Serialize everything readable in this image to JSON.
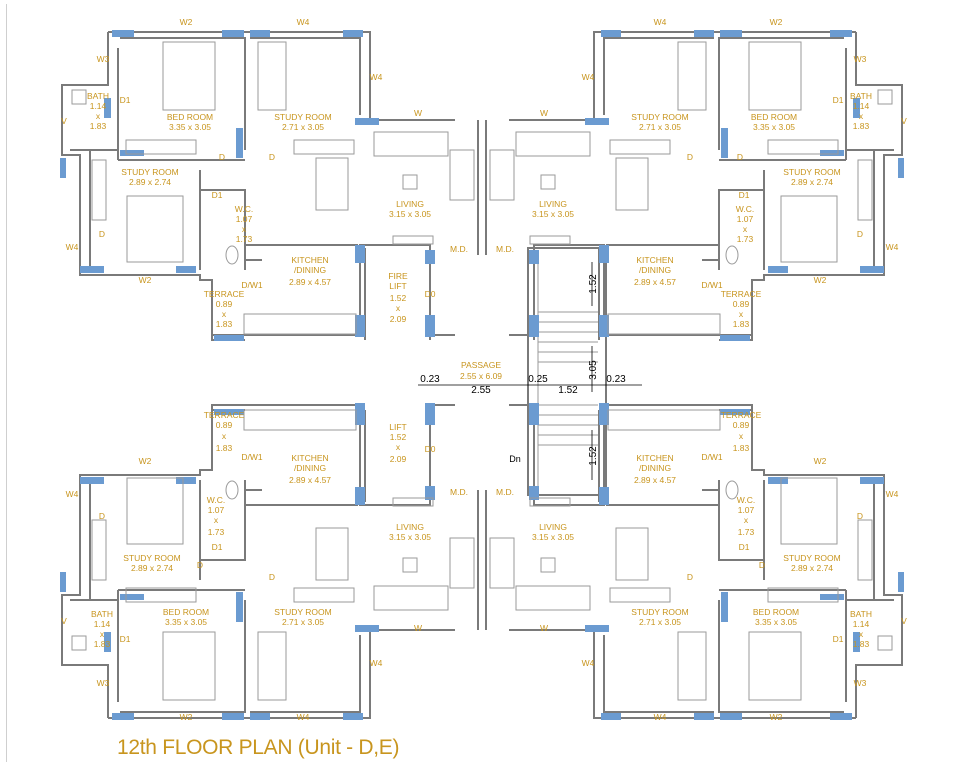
{
  "title": "12th FLOOR PLAN (Unit - D,E)",
  "colors": {
    "wall": "#7a7a7a",
    "window": "#6b9bd1",
    "label": "#c8951e",
    "dim": "#000000"
  },
  "labels": {
    "bath": "BATH",
    "bath_w": "1.14",
    "bath_x": "x",
    "bath_h": "1.83",
    "bed": "BED ROOM",
    "bed_dim": "3.35 x 3.05",
    "study_a": "STUDY ROOM",
    "study_a_dim": "2.71 x 3.05",
    "study_b": "STUDY ROOM",
    "study_b_dim": "2.89 x 2.74",
    "wc": "W.C.",
    "wc_w": "1.07",
    "wc_x": "x",
    "wc_h": "1.73",
    "living": "LIVING",
    "living_dim": "3.15 x 3.05",
    "kitchen1": "KITCHEN",
    "kitchen2": "/DINING",
    "kitchen_dim": "2.89 x 4.57",
    "terrace": "TERRACE",
    "terrace_w": "0.89",
    "terrace_x": "x",
    "terrace_h": "1.83",
    "fire_lift1": "FIRE",
    "fire_lift2": "LIFT",
    "lift": "LIFT",
    "lift_w": "1.52",
    "lift_x": "x",
    "lift_h": "2.09",
    "passage": "PASSAGE",
    "passage_dim": "2.55 x 6.09",
    "md": "M.D.",
    "d": "D",
    "d0": "D0",
    "d1": "D1",
    "dw1": "D/W1",
    "w": "W",
    "w2": "W2",
    "w3": "W3",
    "w4": "W4",
    "v": "V",
    "dn": "Dn"
  },
  "dimensions": {
    "d_023_left": "0.23",
    "d_255": "2.55",
    "d_025": "0.25",
    "d_152": "1.52",
    "d_305": "3.05",
    "d_023_right": "0.23",
    "stair_top": "1.52",
    "stair_bottom": "1.52"
  }
}
